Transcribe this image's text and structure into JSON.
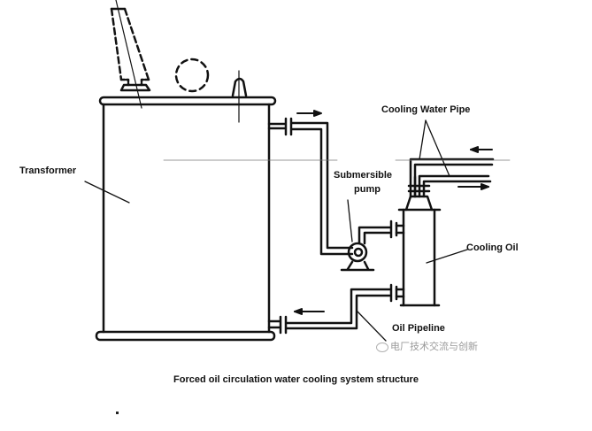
{
  "caption": "Forced oil circulation water cooling system structure",
  "labels": {
    "transformer": "Transformer",
    "cooling_water_pipe": "Cooling Water Pipe",
    "submersible_pump_line1": "Submersible",
    "submersible_pump_line2": "pump",
    "cooling_oil": "Cooling Oil",
    "oil_pipeline": "Oil Pipeline"
  },
  "watermark": "电厂技术交流与创新",
  "colors": {
    "line": "#111111",
    "watermark": "#9a9a9a",
    "background": "#ffffff"
  }
}
